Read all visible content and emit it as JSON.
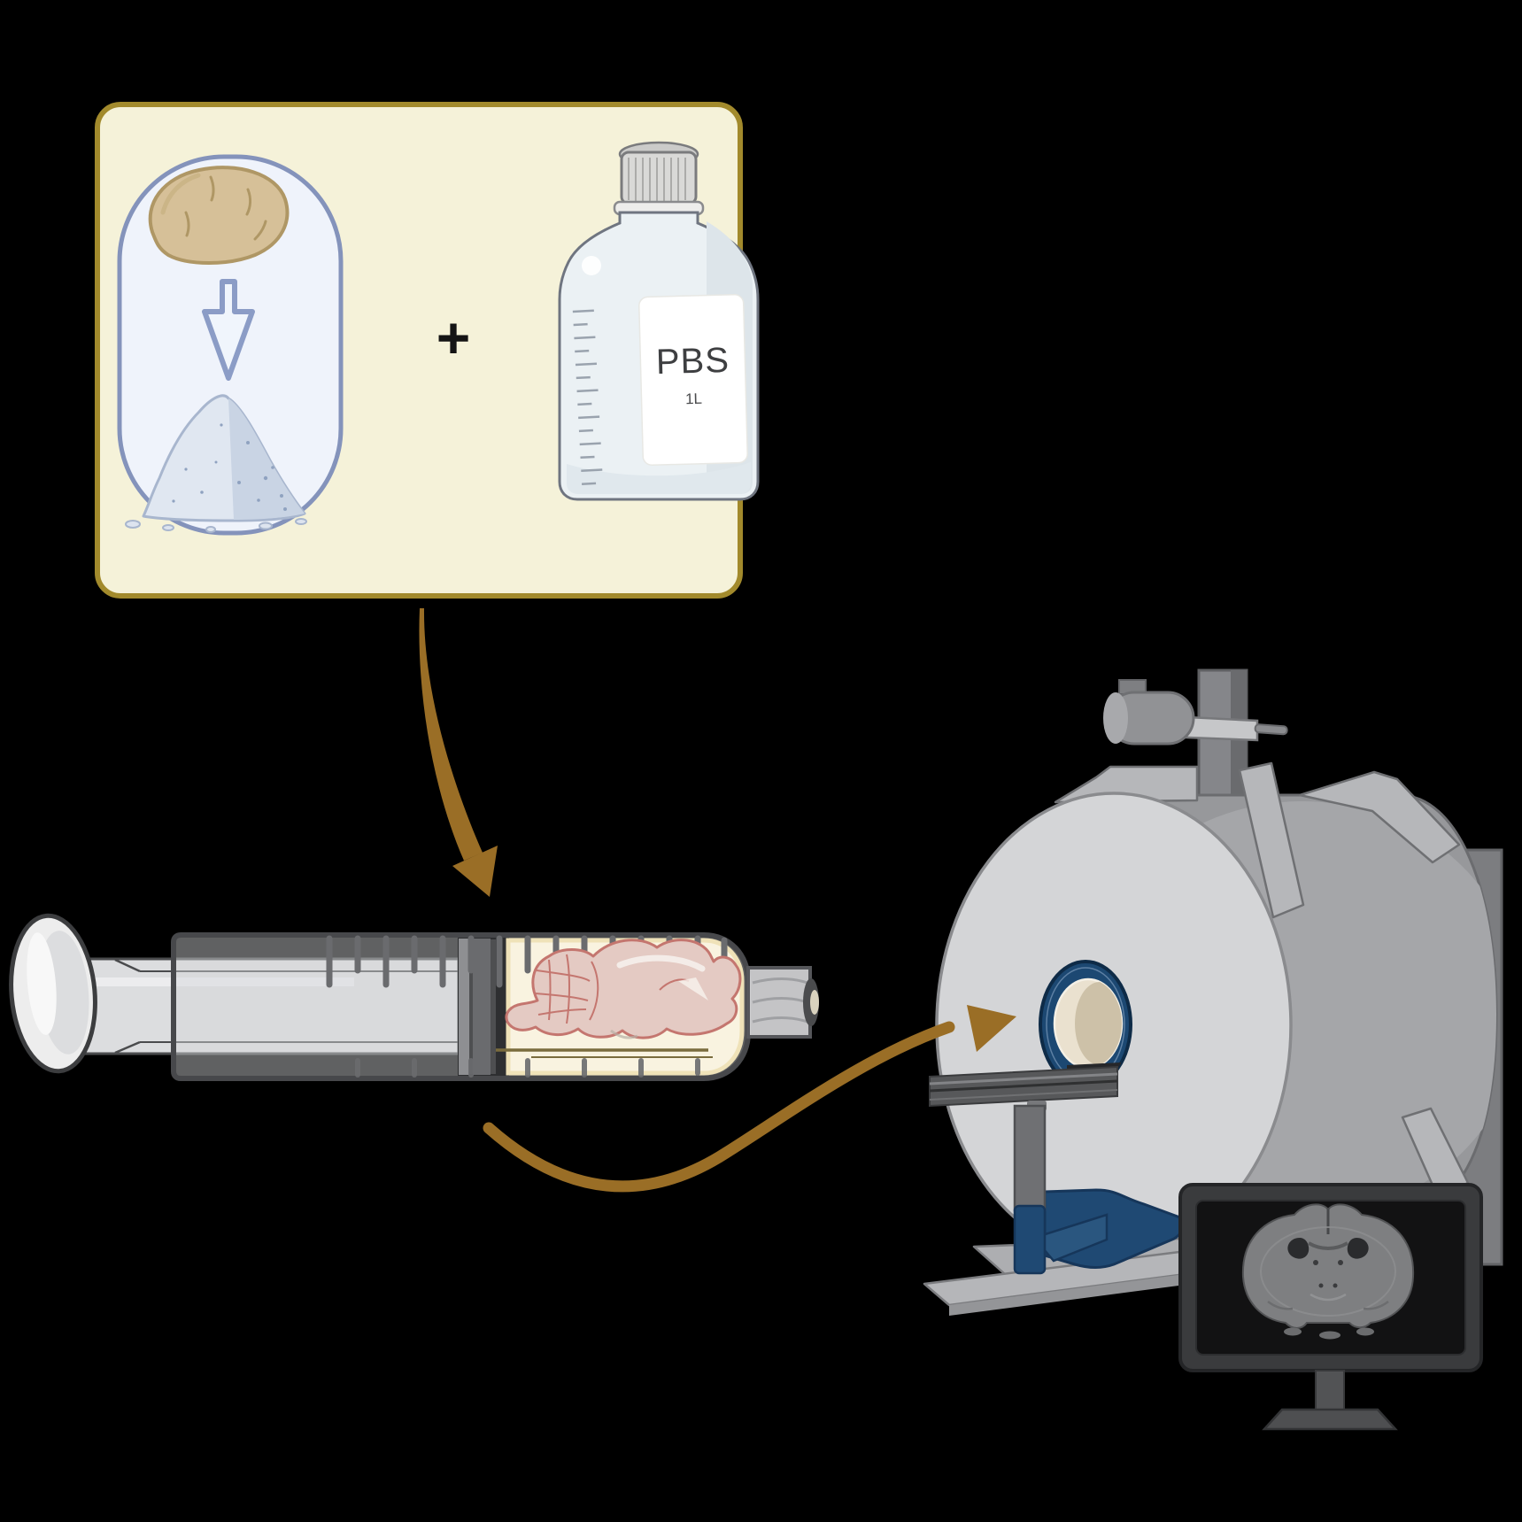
{
  "panel": {
    "fill": "#F5F2D9",
    "border_color": "#A28A2C"
  },
  "plus_sign": "+",
  "pbs_bottle": {
    "label": "PBS",
    "volume": "1L"
  },
  "colors": {
    "background": "#000000",
    "flow_arrow": "#9A6E26",
    "bore_ring_navy": "#1C4872",
    "support_blue": "#1F4973",
    "brain_pink": "#E4CAC3",
    "brain_outline": "#C4766F",
    "syringe_liquid": "#F9F3E0",
    "powder_blue": "#E0E7F1",
    "potato_tan": "#D6C098",
    "pill_border": "#8493BB",
    "machine_gray": "#97989B",
    "disc_gray": "#D4D5D7",
    "rail_dark": "#57585A",
    "monitor_frame": "#3A3B3D",
    "scan_brain_gray": "#7E7F81"
  },
  "icons": {
    "potato": "potato-icon",
    "down_arrow": "down-arrow-icon",
    "starch_pile": "starch-powder-icon",
    "plus": "plus-sign",
    "bottle": "pbs-bottle-icon",
    "syringe": "syringe-icon",
    "brain": "rat-brain-icon",
    "flow_arrows": "flow-arrow-icon",
    "mri": "mri-scanner-icon",
    "scan": "brain-scan-icon",
    "monitor": "monitor-icon"
  }
}
